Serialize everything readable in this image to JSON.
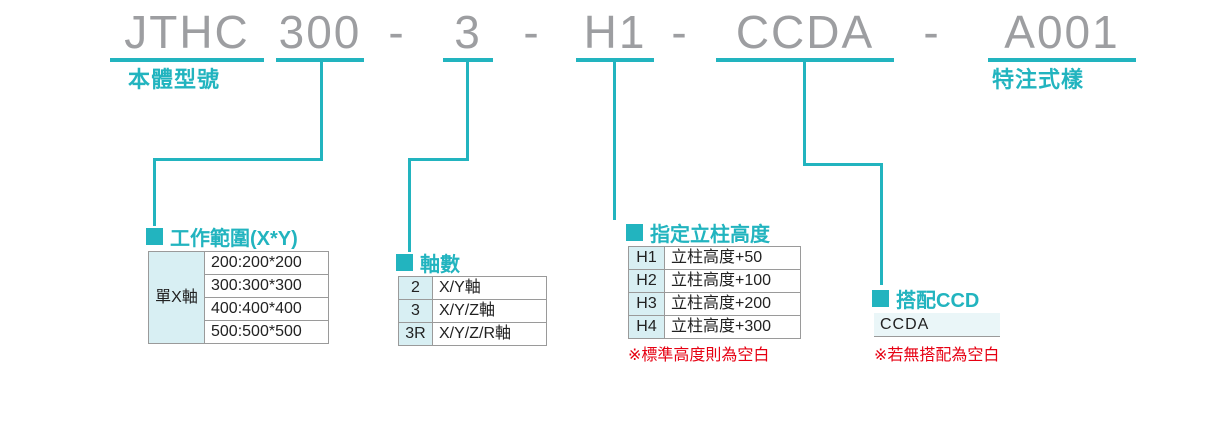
{
  "model_code": {
    "body": "JTHC",
    "work_range": "300",
    "axes": "3",
    "height": "H1",
    "ccd": "CCDA",
    "special": "A001",
    "separator": "-",
    "body_label": "本體型號",
    "special_label": "特注式樣"
  },
  "tables": {
    "work_range": {
      "title": "工作範圍(X*Y)",
      "row_header": "單X軸",
      "rows": [
        "200:200*200",
        "300:300*300",
        "400:400*400",
        "500:500*500"
      ]
    },
    "axes": {
      "title": "軸數",
      "rows": [
        {
          "code": "2",
          "desc": "X/Y軸"
        },
        {
          "code": "3",
          "desc": "X/Y/Z軸"
        },
        {
          "code": "3R",
          "desc": "X/Y/Z/R軸"
        }
      ]
    },
    "column_height": {
      "title": "指定立柱高度",
      "rows": [
        {
          "code": "H1",
          "desc": "立柱高度+50"
        },
        {
          "code": "H2",
          "desc": "立柱高度+100"
        },
        {
          "code": "H3",
          "desc": "立柱高度+200"
        },
        {
          "code": "H4",
          "desc": "立柱高度+300"
        }
      ],
      "note": "※標準高度則為空白"
    },
    "ccd": {
      "title": "搭配CCD",
      "value": "CCDA",
      "note": "※若無搭配為空白"
    }
  },
  "colors": {
    "accent_teal": "#22b4bf",
    "code_gray": "#9d9ea1",
    "note_red": "#e60012",
    "cell_bg": "#d8eff3"
  }
}
